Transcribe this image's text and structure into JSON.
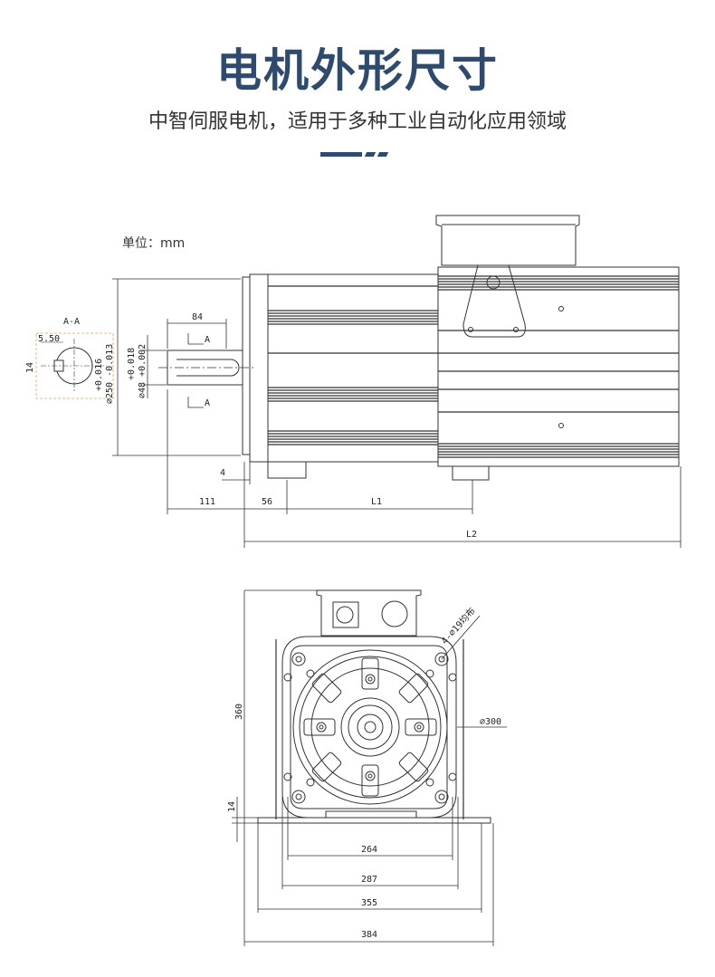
{
  "header": {
    "title": "电机外形尺寸",
    "subtitle": "中智伺服电机，适用于多种工业自动化应用领域"
  },
  "unit_label": "单位：mm",
  "side_view": {
    "section_label": "A-A",
    "section_mark": "A",
    "dims": {
      "key_depth": "5.50",
      "key_width": "14",
      "shaft_tol_upper": "+0.018",
      "shaft_dia": "⌀48 +0.002",
      "flange_tol": "+0.016",
      "flange_dia": "⌀250 -0.013",
      "shaft_len": "84",
      "flange_thk": "4",
      "d111": "111",
      "d56": "56",
      "l1": "L1",
      "l2": "L2"
    }
  },
  "front_view": {
    "dims": {
      "height": "360",
      "base": "14",
      "holes": "4-⌀19均布",
      "pcd": "⌀300",
      "w264": "264",
      "w287": "287",
      "w355": "355",
      "w384": "384"
    }
  }
}
